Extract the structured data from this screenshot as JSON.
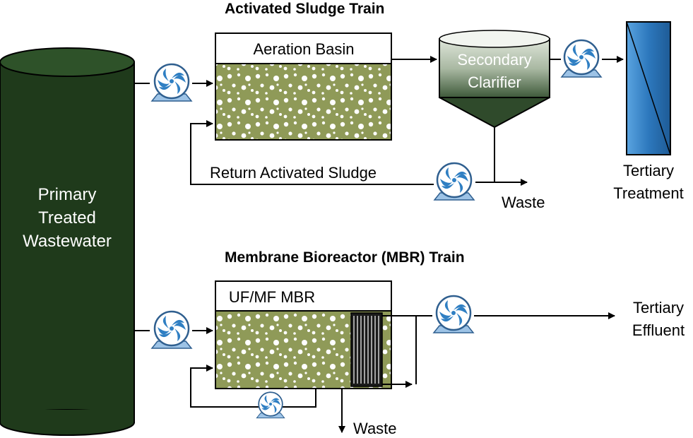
{
  "headings": {
    "as_train": "Activated Sludge Train",
    "mbr_train": "Membrane Bioreactor (MBR) Train"
  },
  "tank": {
    "line1": "Primary",
    "line2": "Treated",
    "line3": "Wastewater"
  },
  "aeration_basin": {
    "label": "Aeration Basin"
  },
  "clarifier": {
    "line1": "Secondary",
    "line2": "Clarifier"
  },
  "tertiary_treatment": {
    "line1": "Tertiary",
    "line2": "Treatment"
  },
  "return_sludge": {
    "label": "Return Activated Sludge"
  },
  "waste_as": {
    "label": "Waste"
  },
  "mbr": {
    "label": "UF/MF MBR"
  },
  "tertiary_effluent": {
    "line1": "Tertiary",
    "line2": "Effluent"
  },
  "waste_mbr": {
    "label": "Waste"
  },
  "colors": {
    "tank": "#1f3a1b",
    "sludge": "#8f9a58",
    "pump_blue": "#2f7fc3",
    "pump_base": "#9dc3e6",
    "tertiary_blue": "#2d78bd"
  }
}
